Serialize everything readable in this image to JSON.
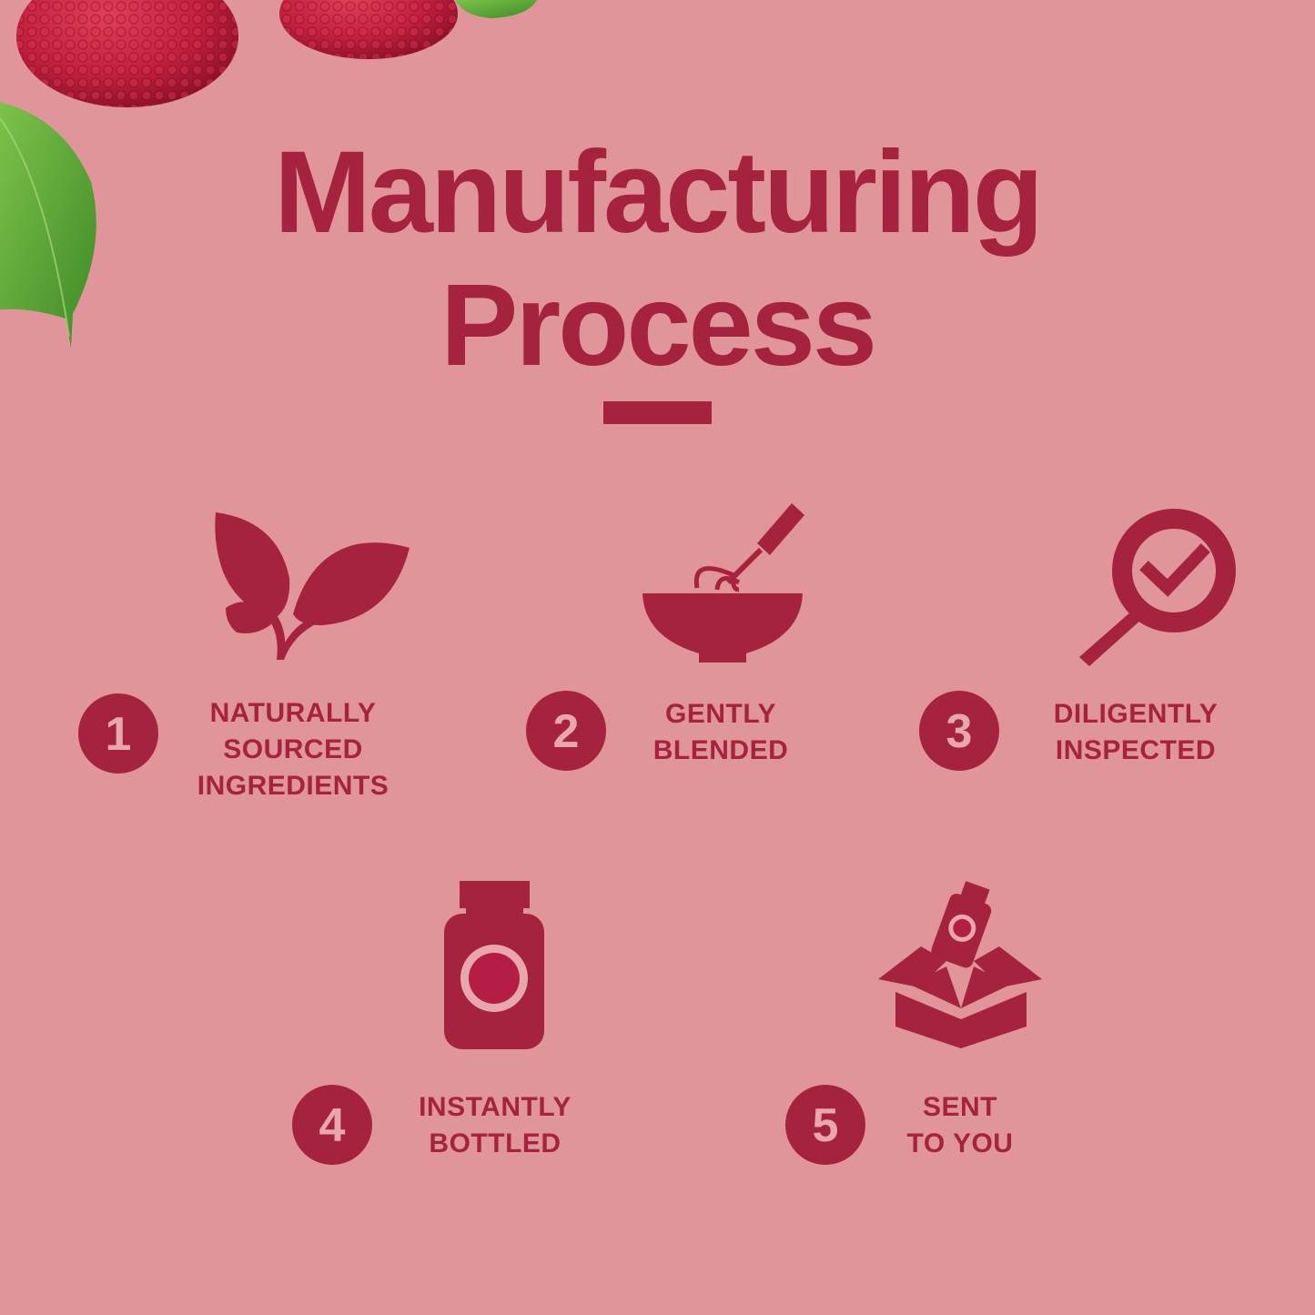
{
  "title": {
    "line1": "Manufacturing",
    "line2": "Process"
  },
  "colors": {
    "background": "#e0959a",
    "accent": "#a6233f",
    "leaf": "#5aa836",
    "raspberry": "#c2203d"
  },
  "steps": [
    {
      "number": "1",
      "icon": "sprout-leaves-icon",
      "lines": [
        "NATURALLY",
        "SOURCED",
        "INGREDIENTS"
      ]
    },
    {
      "number": "2",
      "icon": "mixing-bowl-whisk-icon",
      "lines": [
        "GENTLY",
        "BLENDED"
      ]
    },
    {
      "number": "3",
      "icon": "magnifier-check-icon",
      "lines": [
        "DILIGENTLY",
        "INSPECTED"
      ]
    },
    {
      "number": "4",
      "icon": "supplement-bottle-icon",
      "lines": [
        "INSTANTLY",
        "BOTTLED"
      ]
    },
    {
      "number": "5",
      "icon": "box-with-bottle-icon",
      "lines": [
        "SENT",
        "TO YOU"
      ]
    }
  ]
}
